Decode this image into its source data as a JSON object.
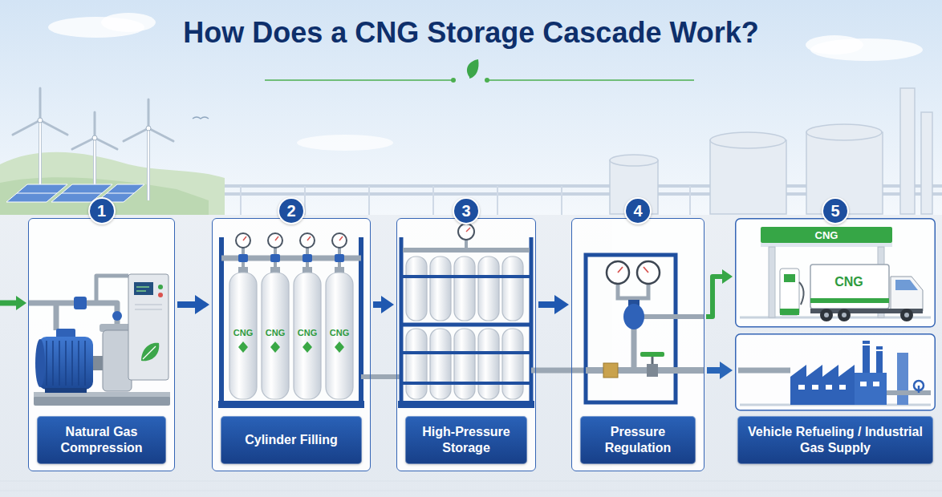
{
  "diagram": {
    "title": "How Does a CNG Storage Cascade Work?",
    "nodes": [
      {
        "text": [
          "1"
        ]
      },
      {
        "text": [
          "Natural Gas Compression"
        ],
        "in": 0
      },
      {
        "text": [
          "2"
        ]
      },
      {
        "text": [
          "Cylinder Filling"
        ],
        "in": 2
      },
      {
        "text": [
          "3"
        ]
      },
      {
        "text": [
          "High-Pressure Storage"
        ],
        "in": 4
      },
      {
        "text": [
          "4"
        ]
      },
      {
        "text": [
          "Pressure Regulation"
        ],
        "in": 6
      },
      {
        "text": [
          "5"
        ]
      },
      {
        "text": [
          "Vehicle Refueling / Industrial Gas Supply"
        ],
        "in": 8
      }
    ],
    "edges": [
      {
        "from": 0,
        "to": 2,
        "arrow": "to"
      },
      {
        "from": 2,
        "to": 4,
        "arrow": "to"
      },
      {
        "from": 4,
        "to": 6,
        "arrow": "to"
      },
      {
        "from": 6,
        "to": 8,
        "arrow": "to"
      },
      {
        "from": 6,
        "to": 8,
        "arrow": "to"
      }
    ],
    "labels": [
      "CNG",
      "CNG",
      "CNG",
      "CNG",
      "CNG",
      "CNG"
    ]
  }
}
